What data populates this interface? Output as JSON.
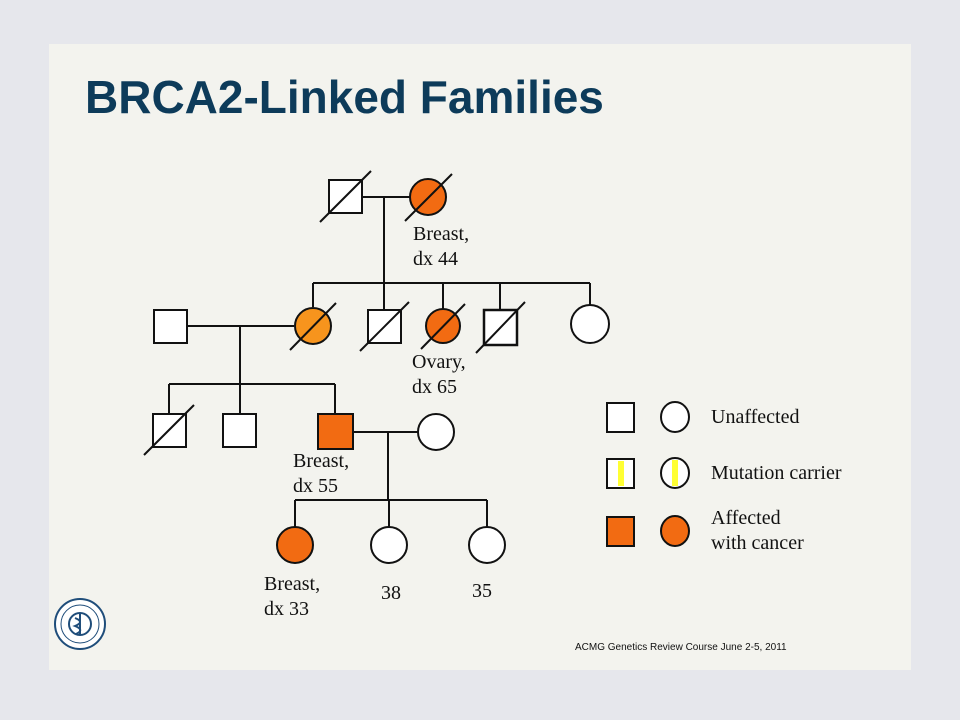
{
  "slide": {
    "title": "BRCA2-Linked Families",
    "footer": "ACMG Genetics Review Course   June 2-5, 2011"
  },
  "labels": {
    "gen1_grandmother": [
      "Breast,",
      "dx 44"
    ],
    "gen2_aunt": [
      "Ovary,",
      "dx 65"
    ],
    "gen3_father": [
      "Breast,",
      "dx 55"
    ],
    "gen4_daughter": [
      "Breast,",
      "dx 33"
    ],
    "gen4_sister1_age": "38",
    "gen4_sister2_age": "35"
  },
  "legend": {
    "unaffected": "Unaffected",
    "carrier": "Mutation carrier",
    "affected": [
      "Affected",
      "with cancer"
    ]
  },
  "colors": {
    "affected_fill": "#f26b12",
    "carrier_stripe": "#ffff33",
    "title": "#0d3b5a",
    "grandmother_fill": "#f7941d"
  },
  "icons": {
    "seal": "acmg-seal-icon"
  }
}
